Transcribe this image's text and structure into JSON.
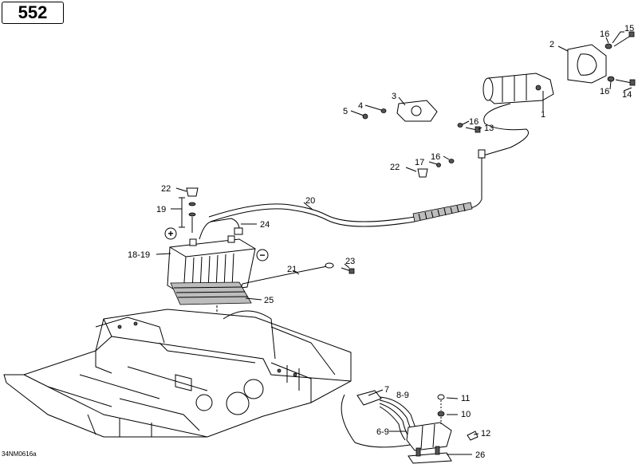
{
  "page_number": "552",
  "drawing_ref": "34NM0616a",
  "symbols": {
    "positive": "+",
    "negative": "−"
  },
  "callouts": [
    {
      "id": "c15",
      "text": "15"
    },
    {
      "id": "c16a",
      "text": "16"
    },
    {
      "id": "c2",
      "text": "2"
    },
    {
      "id": "c16b",
      "text": "16"
    },
    {
      "id": "c14",
      "text": "14"
    },
    {
      "id": "c3",
      "text": "3"
    },
    {
      "id": "c4",
      "text": "4"
    },
    {
      "id": "c5",
      "text": "5"
    },
    {
      "id": "c1",
      "text": "1"
    },
    {
      "id": "c16c",
      "text": "16"
    },
    {
      "id": "c13",
      "text": "13"
    },
    {
      "id": "c16d",
      "text": "16"
    },
    {
      "id": "c17",
      "text": "17"
    },
    {
      "id": "c22a",
      "text": "22"
    },
    {
      "id": "c22b",
      "text": "22"
    },
    {
      "id": "c19",
      "text": "19"
    },
    {
      "id": "c20",
      "text": "20"
    },
    {
      "id": "c24",
      "text": "24"
    },
    {
      "id": "c1819",
      "text": "18-19"
    },
    {
      "id": "c21",
      "text": "21"
    },
    {
      "id": "c23",
      "text": "23"
    },
    {
      "id": "c25",
      "text": "25"
    },
    {
      "id": "c7",
      "text": "7"
    },
    {
      "id": "c89",
      "text": "8-9"
    },
    {
      "id": "c11",
      "text": "11"
    },
    {
      "id": "c10",
      "text": "10"
    },
    {
      "id": "c69",
      "text": "6-9"
    },
    {
      "id": "c12",
      "text": "12"
    },
    {
      "id": "c26",
      "text": "26"
    }
  ]
}
